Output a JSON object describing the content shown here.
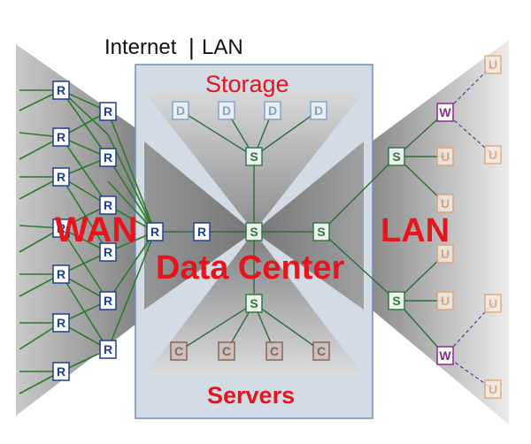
{
  "header": {
    "internet": "Internet",
    "separator": "|",
    "lan": "LAN"
  },
  "labels": {
    "storage": "Storage",
    "servers": "Servers",
    "wan": "WAN",
    "lan": "LAN",
    "data_center": "Data Center"
  },
  "node_letters": {
    "router": "R",
    "switch": "S",
    "disk": "D",
    "compute": "C",
    "user": "U",
    "wireless": "W"
  },
  "colors": {
    "label_red": "#e8141c",
    "router": "#1f3f8f",
    "switch": "#2a7a3a",
    "disk": "#7aa0c8",
    "compute": "#8a5a4a",
    "user": "#e0a070",
    "wireless": "#8a2a8a",
    "wan_link": "#2a7a2a",
    "datacenter_fill": "#d2dbe6",
    "datacenter_border": "#6f8fc0"
  }
}
